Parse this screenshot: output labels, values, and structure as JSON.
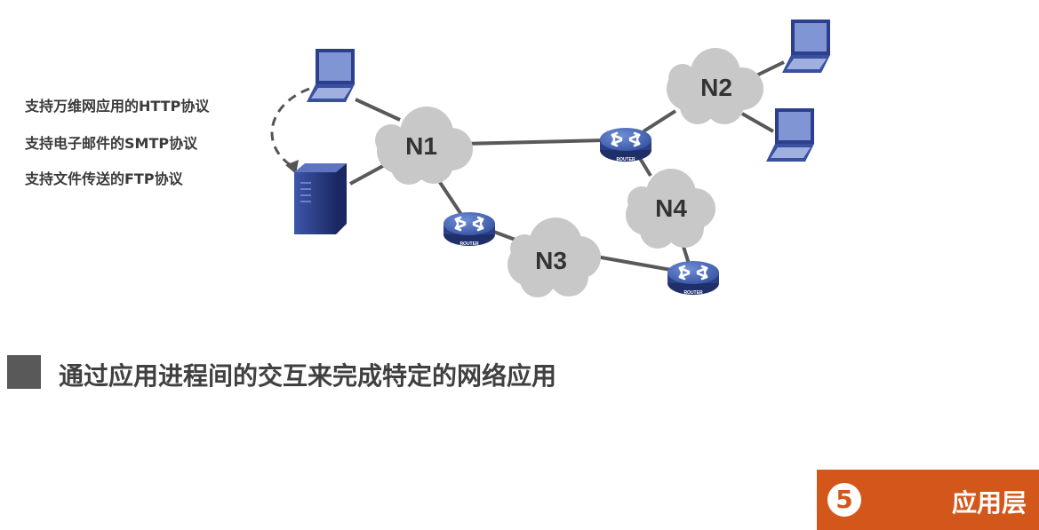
{
  "protocols": [
    "支持万维网应用的HTTP协议",
    "支持电子邮件的SMTP协议",
    "支持文件传送的FTP协议"
  ],
  "networks": [
    "N1",
    "N2",
    "N3",
    "N4"
  ],
  "router_label": "ROUTER",
  "summary": "通过应用进程间的交互来完成特定的网络应用",
  "badge": {
    "number": "5",
    "title": "应用层"
  },
  "colors": {
    "accent": "#d3571b",
    "cloud": "#c8c8c8",
    "link": "#595959",
    "router": "#3c5ca8",
    "server": "#2a3f85"
  }
}
